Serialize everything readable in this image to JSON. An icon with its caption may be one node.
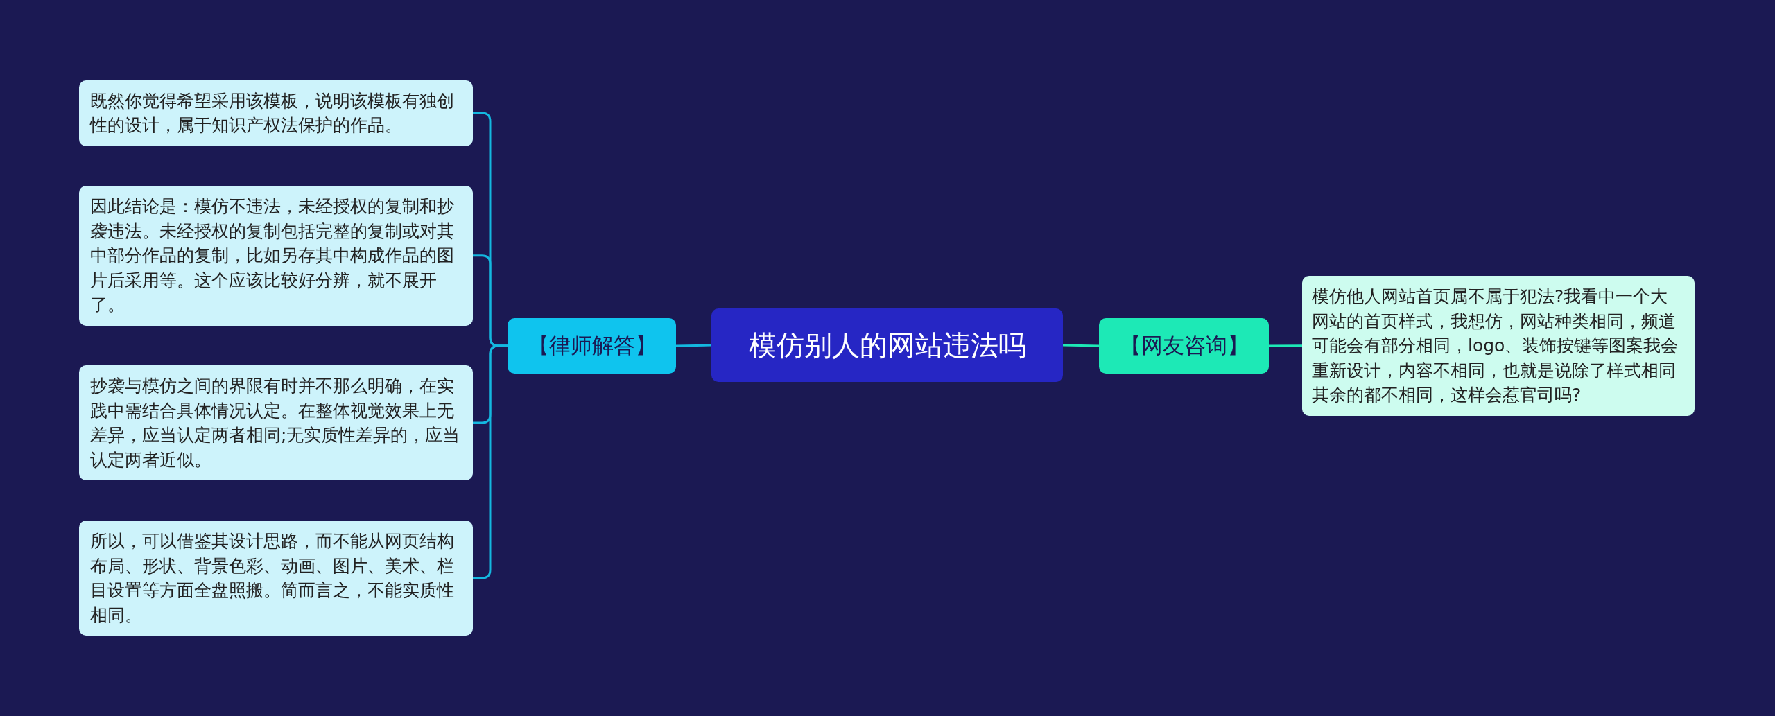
{
  "diagram": {
    "nodes": [
      {
        "text": [
          "模仿别人的网站违法吗"
        ]
      },
      {
        "text": [
          "【律师解答】"
        ]
      },
      {
        "text": [
          "既然你觉得希望采用该模板，说明该模板有独创性的设计，属于知识产权法保护的作品。"
        ]
      },
      {
        "text": [
          "因此结论是：模仿不违法，未经授权的复制和抄袭违法。未经授权的复制包括完整的复制或对其中部分作品的复制，比如另存其中构成作品的图片后采用等。这个应该比较好分辨，就不展开了。"
        ]
      },
      {
        "text": [
          "抄袭与模仿之间的界限有时并不那么明确，在实践中需结合具体情况认定。在整体视觉效果上无差异，应当认定两者相同;无实质性差异的，应当认定两者近似。"
        ]
      },
      {
        "text": [
          "所以，可以借鉴其设计思路，而不能从网页结构布局、形状、背景色彩、动画、图片、美术、栏目设置等方面全盘照搬。简而言之，不能实质性相同。"
        ]
      },
      {
        "text": [
          "【网友咨询】"
        ]
      },
      {
        "text": [
          "模仿他人网站首页属不属于犯法?我看中一个大网站的首页样式，我想仿，网站种类相同，频道可能会有部分相同，logo、装饰按键等图案我会重新设计，内容不相同，也就是说除了样式相同其余的都不相同，这样会惹官司吗?"
        ]
      }
    ],
    "edges": [
      {
        "from": 0,
        "to": 1,
        "arrow": "none"
      },
      {
        "from": 1,
        "to": 2,
        "arrow": "none"
      },
      {
        "from": 1,
        "to": 3,
        "arrow": "none"
      },
      {
        "from": 1,
        "to": 4,
        "arrow": "none"
      },
      {
        "from": 1,
        "to": 5,
        "arrow": "none"
      },
      {
        "from": 0,
        "to": 6,
        "arrow": "none",
        "color": "#1de9b6"
      },
      {
        "from": 6,
        "to": 7,
        "arrow": "none",
        "color": "#1de9b6"
      }
    ]
  }
}
